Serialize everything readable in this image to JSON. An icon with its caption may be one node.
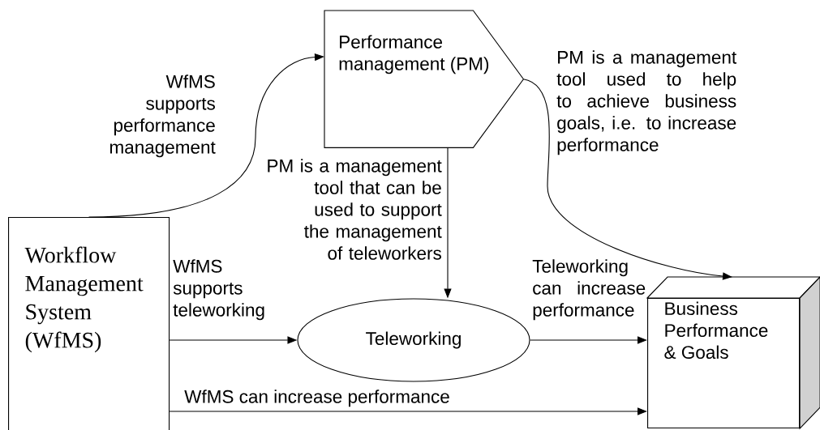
{
  "diagram": {
    "nodes": [
      {
        "text": [
          "Performance management (PM)"
        ]
      },
      {
        "text": [
          "Workflow Management System (WfMS)"
        ]
      },
      {
        "text": [
          "Teleworking"
        ]
      },
      {
        "text": [
          "Business Performance & Goals"
        ]
      }
    ],
    "edges": [
      {
        "from": 1,
        "to": 0,
        "arrow": "to",
        "label": "WfMS supports performance management"
      },
      {
        "from": 0,
        "to": 2,
        "arrow": "to",
        "label": "PM is a management tool that can be used to support the management of teleworkers"
      },
      {
        "from": 0,
        "to": 3,
        "arrow": "to",
        "label": "PM is a management tool used to help to achieve business goals, i.e. to increase performance"
      },
      {
        "from": 1,
        "to": 2,
        "arrow": "to",
        "label": "WfMS supports teleworking"
      },
      {
        "from": 2,
        "to": 3,
        "arrow": "to",
        "label": "Teleworking can increase performance"
      },
      {
        "from": 1,
        "to": 3,
        "arrow": "to",
        "label": "WfMS can increase performance"
      }
    ]
  }
}
